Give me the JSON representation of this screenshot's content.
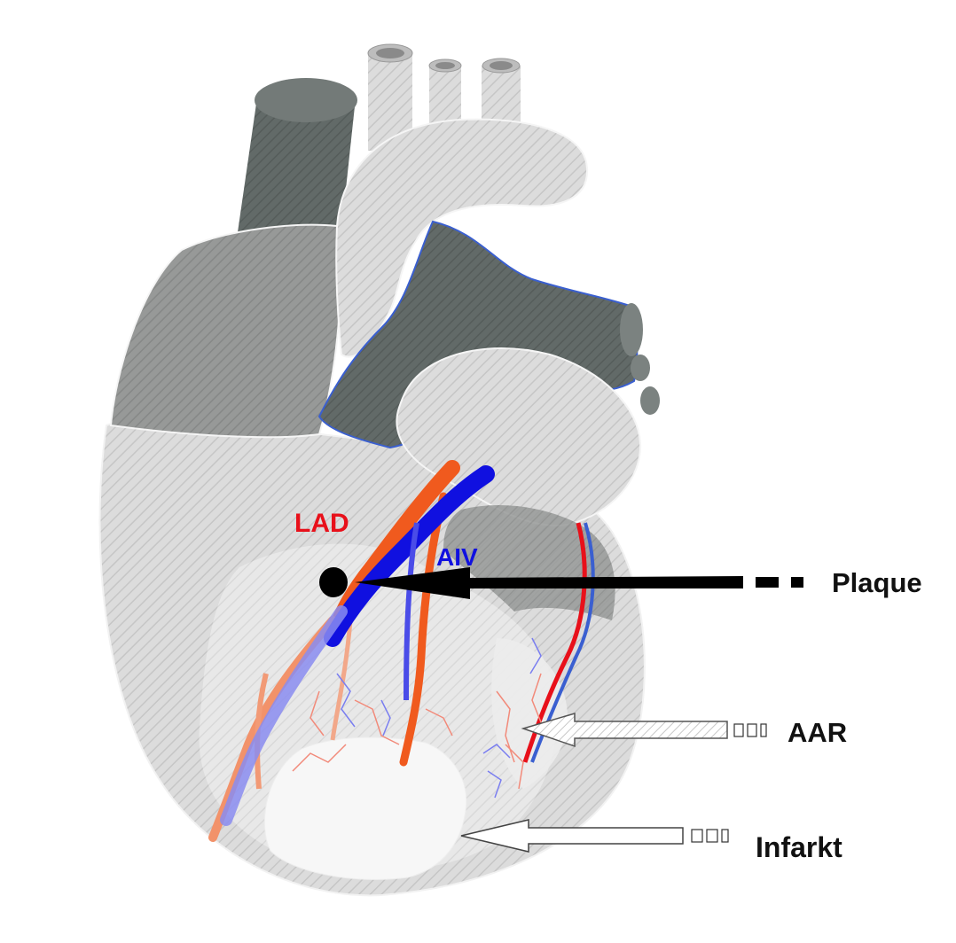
{
  "labels": {
    "lad": "LAD",
    "aiv": "AIV",
    "plaque": "Plaque",
    "aar": "AAR",
    "infarkt": "Infarkt"
  },
  "colors": {
    "artery_red": "#e8101a",
    "artery_orange": "#f05a1e",
    "vein_blue": "#1010e0",
    "dark_vessel": "#5c6462",
    "mid_gray": "#8f9190",
    "light_gray": "#d8d8d8",
    "pale_gray": "#e6e6e6",
    "infarct_white": "#f6f6f6",
    "plaque_black": "#000000"
  },
  "icons": [
    "plaque-arrow-icon",
    "aar-arrow-icon",
    "infarkt-arrow-icon"
  ]
}
